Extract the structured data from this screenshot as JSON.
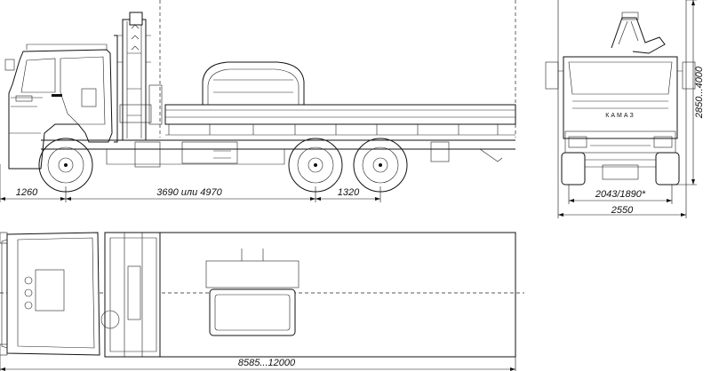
{
  "dimensions": {
    "front_overhang": "1260",
    "wheelbase": "3690 или 4970",
    "bogie_spacing": "1320",
    "overall_length": "8585...12000",
    "track_width": "2043/1890*",
    "overall_width": "2550",
    "height": "2850...4000"
  },
  "brand_marking": "КАМАЗ"
}
